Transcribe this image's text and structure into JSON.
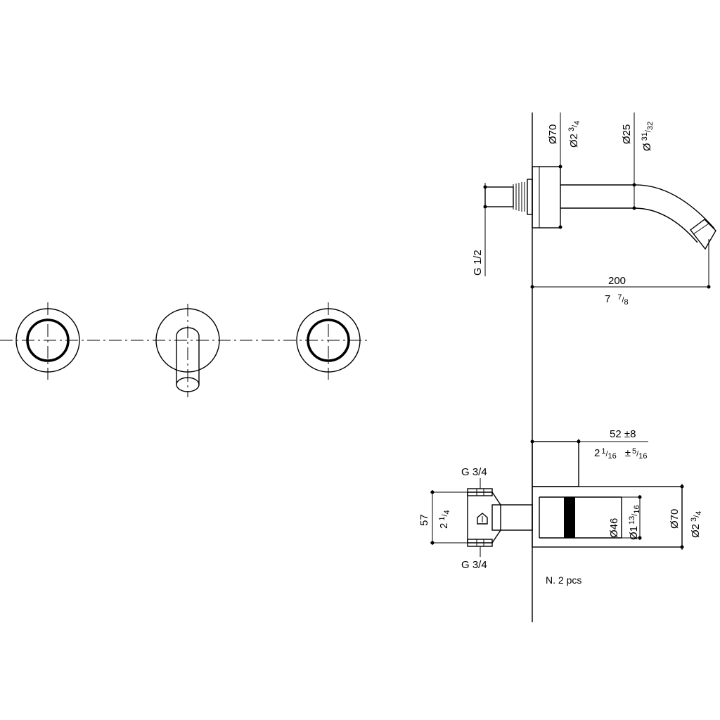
{
  "front_view": {
    "handles": [
      "left-handle",
      "spout-plate",
      "right-handle"
    ]
  },
  "spout_view": {
    "dia_flange": "Ø70",
    "dia_flange_in": "Ø2",
    "dia_flange_in_frac": "3",
    "dia_flange_in_den": "4",
    "dia_pipe": "Ø25",
    "dia_pipe_in": "Ø",
    "dia_pipe_in_frac": "31",
    "dia_pipe_in_den": "32",
    "thread": "G 1/2",
    "length_mm": "200",
    "length_in": "7",
    "length_in_frac": "7",
    "length_in_den": "8"
  },
  "valve_view": {
    "depth_mm": "52 ±8",
    "depth_in": "2",
    "depth_in_frac": "1",
    "depth_in_den": "16",
    "depth_tol": "±",
    "depth_tol_frac": "5",
    "depth_tol_den": "16",
    "thread_top": "G 3/4",
    "thread_bottom": "G 3/4",
    "height_mm": "57",
    "height_in": "2",
    "height_in_frac": "1",
    "height_in_den": "4",
    "dia_inner": "Ø46",
    "dia_inner_in": "Ø1",
    "dia_inner_in_frac": "13",
    "dia_inner_in_den": "16",
    "dia_outer": "Ø70",
    "dia_outer_in": "Ø2",
    "dia_outer_in_frac": "3",
    "dia_outer_in_den": "4",
    "quantity_note": "N. 2 pcs"
  }
}
